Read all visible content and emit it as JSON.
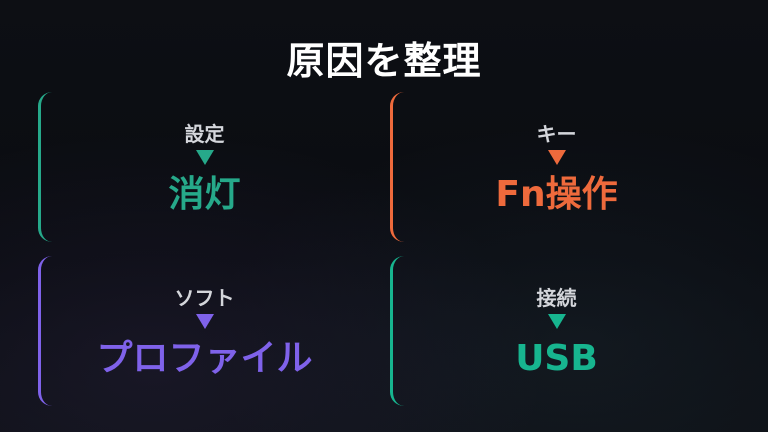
{
  "title": "原因を整理",
  "colors": {
    "teal": "#26a98a",
    "orange": "#ee6a3c",
    "purple": "#7f62ea",
    "green": "#17b58f"
  },
  "cards": [
    {
      "category": "設定",
      "result": "消灯",
      "color": "#26a98a",
      "arrow_icon": "down-triangle-icon"
    },
    {
      "category": "キー",
      "result": "Fn操作",
      "color": "#ee6a3c",
      "arrow_icon": "down-triangle-icon"
    },
    {
      "category": "ソフト",
      "result": "プロファイル",
      "color": "#7f62ea",
      "arrow_icon": "down-triangle-icon"
    },
    {
      "category": "接続",
      "result": "USB",
      "color": "#17b58f",
      "arrow_icon": "down-triangle-icon"
    }
  ]
}
